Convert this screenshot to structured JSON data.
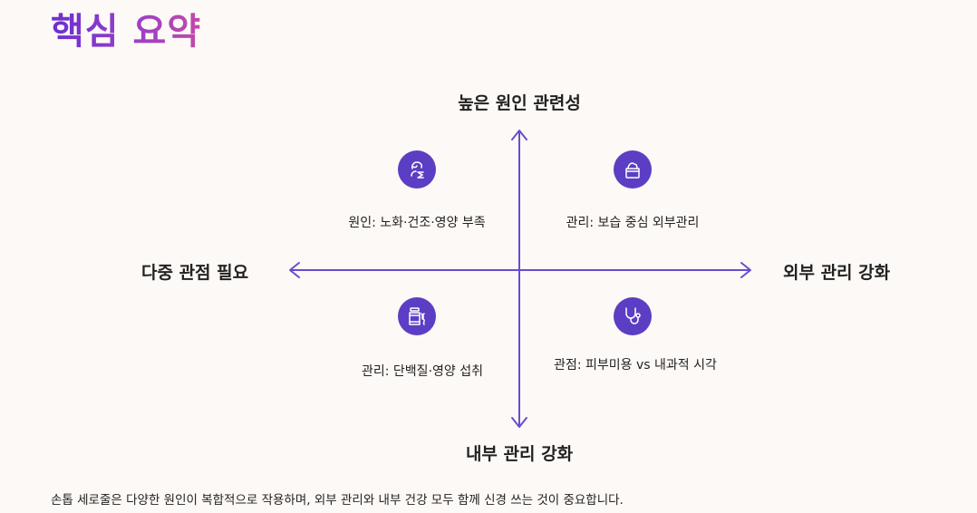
{
  "title": "핵심 요약",
  "axes": {
    "top": "높은 원인 관련성",
    "bottom": "내부 관리 강화",
    "left": "다중 관점 필요",
    "right": "외부 관리 강화"
  },
  "quadrants": {
    "top_left": {
      "icon": "person-hourglass-icon",
      "text": "원인: 노화·건조·영양 부족"
    },
    "top_right": {
      "icon": "cream-jar-icon",
      "text": "관리: 보습 중심 외부관리"
    },
    "bottom_left": {
      "icon": "supplement-bottle-icon",
      "text": "관리: 단백질·영양 섭취"
    },
    "bottom_right": {
      "icon": "stethoscope-icon",
      "text": "관점: 피부미용 vs 내과적 시각"
    }
  },
  "footer": "손톱 세로줄은 다양한 원인이 복합적으로 작용하며, 외부 관리와 내부 건강 모두 함께 신경 쓰는 것이 중요합니다.",
  "colors": {
    "accent": "#5b3ec4",
    "background": "#fdf9f6"
  }
}
